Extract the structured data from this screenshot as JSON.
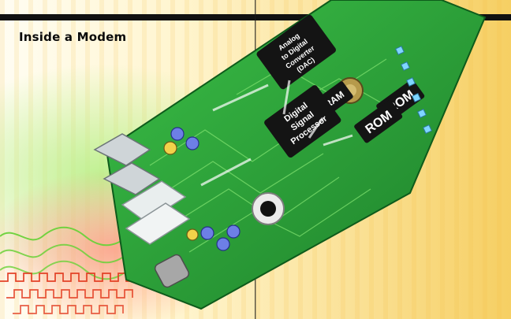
{
  "page": {
    "title": "Inside a Modem"
  },
  "labels": {
    "dac_line1": "Analog",
    "dac_line2": "to Digital",
    "dac_line3": "Converter",
    "dac_line4": "(DAC)",
    "ram": "RAM",
    "rom1": "ROM",
    "rom2": "ROM",
    "dsp_line1": "Digital",
    "dsp_line2": "Signal",
    "dsp_line3": "Processor"
  },
  "colors": {
    "background_light": "#fffbe8",
    "background_stripe": "#f3c64a",
    "board_green": "#2ea73a",
    "signal_green": "#6bd23a",
    "signal_red": "#e23a1f",
    "chip_black": "#141414",
    "top_bar": "#111111"
  }
}
